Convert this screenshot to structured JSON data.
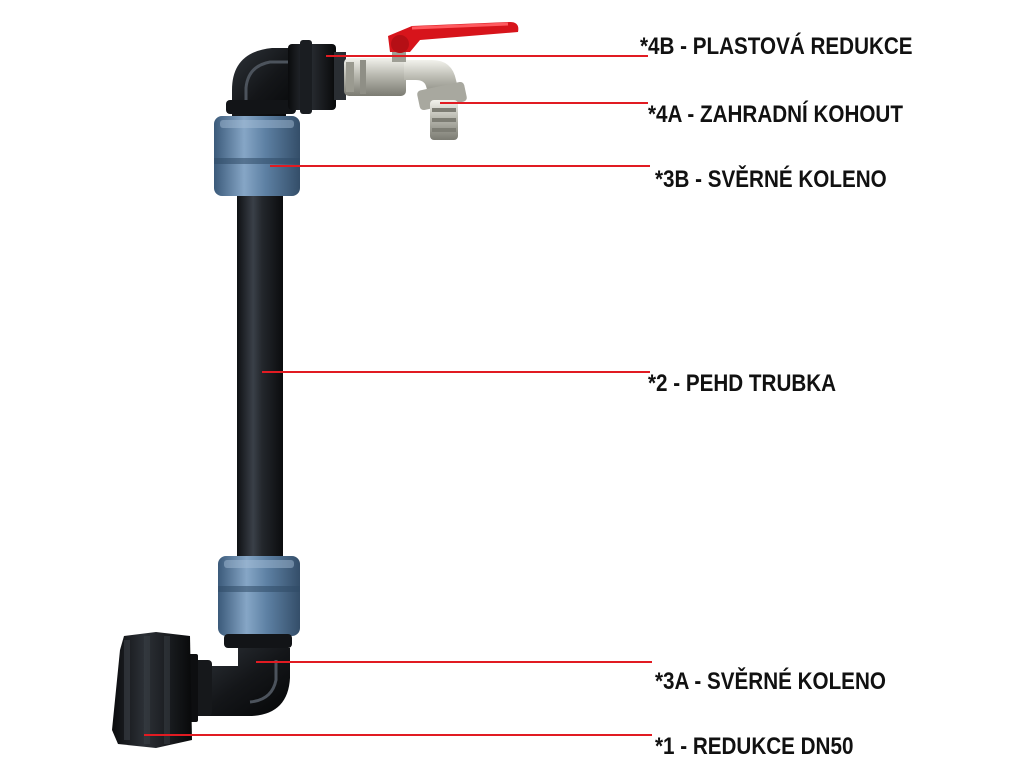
{
  "labels": [
    {
      "id": "4b",
      "text": "*4B - PLASTOVÁ REDUKCE"
    },
    {
      "id": "4a",
      "text": "*4A - ZAHRADNÍ KOHOUT"
    },
    {
      "id": "3b",
      "text": "*3B - SVĚRNÉ KOLENO"
    },
    {
      "id": "2",
      "text": "*2 - PEHD TRUBKA"
    },
    {
      "id": "3a",
      "text": "*3A - SVĚRNÉ KOLENO"
    },
    {
      "id": "1",
      "text": "*1 - REDUKCE DN50"
    }
  ],
  "colors": {
    "leader_line": "#e11b22",
    "pipe": "#1f2328",
    "coupling": "#5b7fa3",
    "brass": "#c9c9c2",
    "valve_handle": "#d7141b"
  },
  "icons": [
    "pipe-assembly-illustration"
  ]
}
